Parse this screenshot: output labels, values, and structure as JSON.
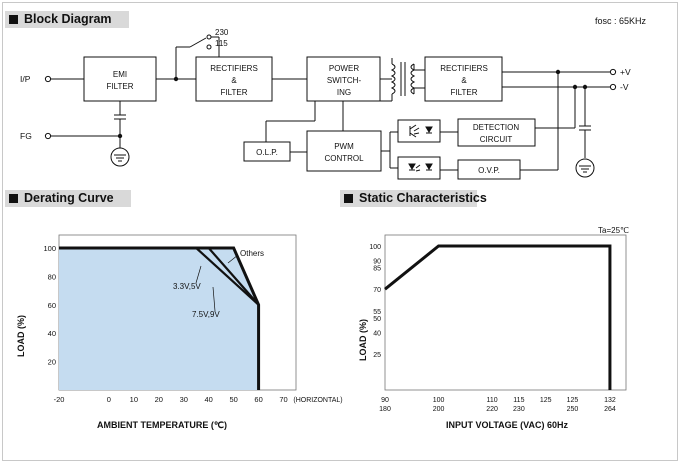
{
  "sections": {
    "block_diagram": "Block Diagram",
    "derating_curve": "Derating Curve",
    "static_characteristics": "Static Characteristics"
  },
  "block_diagram": {
    "fosc": "fosc : 65KHz",
    "ip_label": "I/P",
    "fg_label": "FG",
    "switch_230": "230",
    "switch_115": "115",
    "emi_filter": [
      "EMI",
      "FILTER"
    ],
    "rect_filter_1": [
      "RECTIFIERS",
      "&",
      "FILTER"
    ],
    "power_switching": [
      "POWER",
      "SWITCH-",
      "ING"
    ],
    "rect_filter_2": [
      "RECTIFIERS",
      "&",
      "FILTER"
    ],
    "olp": "O.L.P.",
    "pwm_control": [
      "PWM",
      "CONTROL"
    ],
    "detection_circuit": [
      "DETECTION",
      "CIRCUIT"
    ],
    "ovp": "O.V.P.",
    "out_pos": "+V",
    "out_neg": "-V"
  },
  "derating": {
    "ylabel": "LOAD (%)",
    "xlabel": "AMBIENT TEMPERATURE (℃)",
    "x_ticks": [
      "-20",
      "0",
      "10",
      "20",
      "30",
      "40",
      "50",
      "60",
      "70"
    ],
    "x_unit_note": "(HORIZONTAL)",
    "y_ticks": [
      "100",
      "80",
      "60",
      "40",
      "20"
    ],
    "curve_labels": {
      "others": "Others",
      "v33_5": "3.3V,5V",
      "v75_9": "7.5V,9V"
    },
    "fill_color": "#c5dcf0"
  },
  "static": {
    "ylabel": "LOAD (%)",
    "xlabel": "INPUT VOLTAGE (VAC) 60Hz",
    "ta_note": "Ta=25℃",
    "y_ticks": [
      "100",
      "90",
      "85",
      "70",
      "55",
      "50",
      "40",
      "25"
    ],
    "x_ticks_top": [
      "90",
      "100",
      "110",
      "125",
      "132"
    ],
    "x_ticks_bottom": [
      "180",
      "200",
      "220",
      "230",
      "250",
      "264"
    ],
    "x_ticks_mid": [
      "115",
      "125"
    ]
  },
  "chart_data": [
    {
      "type": "line",
      "xlabel": "AMBIENT TEMPERATURE (℃)",
      "ylabel": "LOAD (%)",
      "xlim": [
        -20,
        75
      ],
      "ylim": [
        0,
        110
      ],
      "series": [
        {
          "name": "Others",
          "x": [
            -20,
            50,
            60,
            60
          ],
          "y": [
            100,
            100,
            60,
            0
          ]
        },
        {
          "name": "3.3V,5V",
          "x": [
            -20,
            35,
            60
          ],
          "y": [
            100,
            100,
            60
          ]
        },
        {
          "name": "7.5V,9V",
          "x": [
            -20,
            40,
            60
          ],
          "y": [
            100,
            100,
            60
          ]
        }
      ]
    },
    {
      "type": "line",
      "xlabel": "INPUT VOLTAGE (VAC) 60Hz",
      "ylabel": "LOAD (%)",
      "xlim": [
        90,
        135
      ],
      "ylim": [
        0,
        110
      ],
      "series": [
        {
          "x": [
            90,
            100,
            132,
            132
          ],
          "y": [
            70,
            100,
            100,
            0
          ]
        }
      ]
    }
  ]
}
